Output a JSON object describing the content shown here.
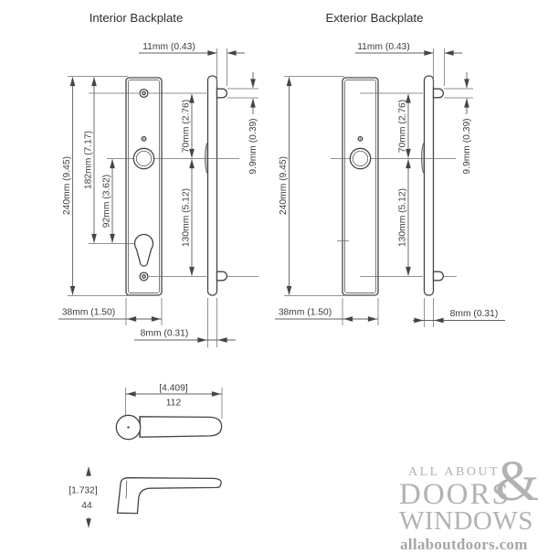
{
  "colors": {
    "object_line": "#454545",
    "dimension_line": "#5f5f5f",
    "dimension_text": "#3c3c3c",
    "logo_gray": "#b2b2b2",
    "logo_url_gray": "#a6a6a6",
    "background": "#ffffff"
  },
  "interior": {
    "title": "Interior Backplate",
    "dims": {
      "pin_length": "11mm (0.43)",
      "plate_height": "240mm (9.45)",
      "top_to_cylinder": "182mm (7.17)",
      "handle_to_cylinder": "92mm (3.62)",
      "screw_to_handle": "70mm (2.76)",
      "handle_to_bottom": "130mm (5.12)",
      "pin_diameter": "9.9mm (0.39)",
      "plate_width": "38mm (1.50)",
      "plate_thickness": "8mm (0.31)"
    }
  },
  "exterior": {
    "title": "Exterior Backplate",
    "dims": {
      "pin_length": "11mm (0.43)",
      "plate_height": "240mm (9.45)",
      "screw_to_handle": "70mm (2.76)",
      "handle_to_bottom": "130mm (5.12)",
      "pin_diameter": "9.9mm (0.39)",
      "plate_width": "38mm (1.50)",
      "plate_thickness": "8mm (0.31)"
    }
  },
  "lever_top_view": {
    "length_in": "[4.409]",
    "length_mm": "112"
  },
  "lever_side_view": {
    "height_in": "[1.732]",
    "height_mm": "44"
  },
  "logo": {
    "line1": "ALL ABOUT",
    "ampersand": "&",
    "line2": "DOORS",
    "line3": "WINDOWS",
    "website": "allaboutdoors.com"
  }
}
